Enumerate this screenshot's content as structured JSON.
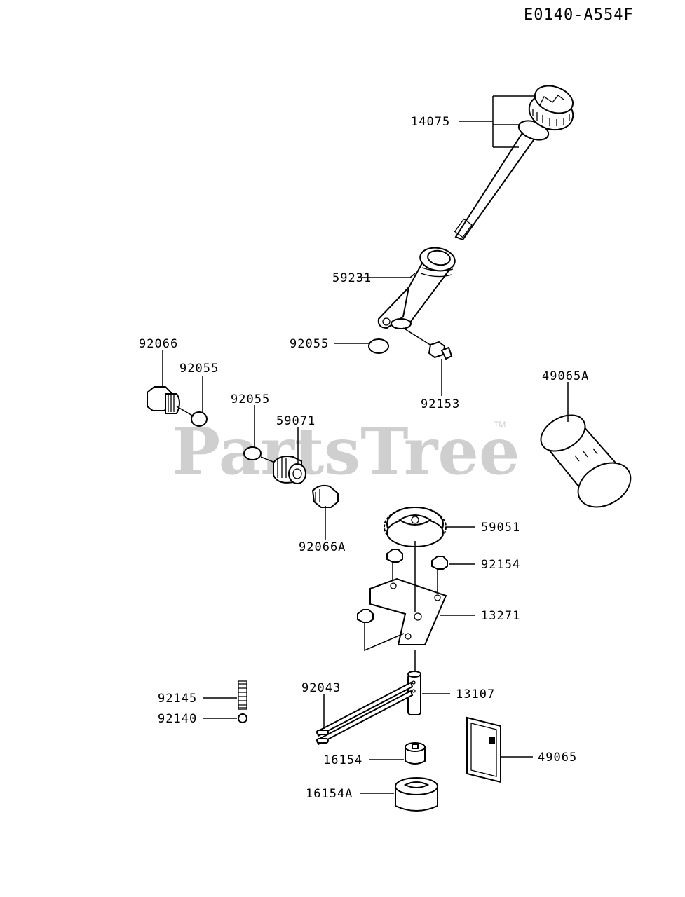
{
  "diagram_code": "E0140-A554F",
  "watermark": {
    "text": "PartsTree",
    "trademark": "TM"
  },
  "callouts": {
    "p14075": "14075",
    "p59231": "59231",
    "p92055_top": "92055",
    "p92153": "92153",
    "p92066": "92066",
    "p92055_left": "92055",
    "p92055_mid": "92055",
    "p59071": "59071",
    "p92066A": "92066A",
    "p49065A": "49065A",
    "p59051": "59051",
    "p92154": "92154",
    "p13271": "13271",
    "p13107": "13107",
    "p92043": "92043",
    "p92145": "92145",
    "p92140": "92140",
    "p16154": "16154",
    "p16154A": "16154A",
    "p49065": "49065"
  }
}
